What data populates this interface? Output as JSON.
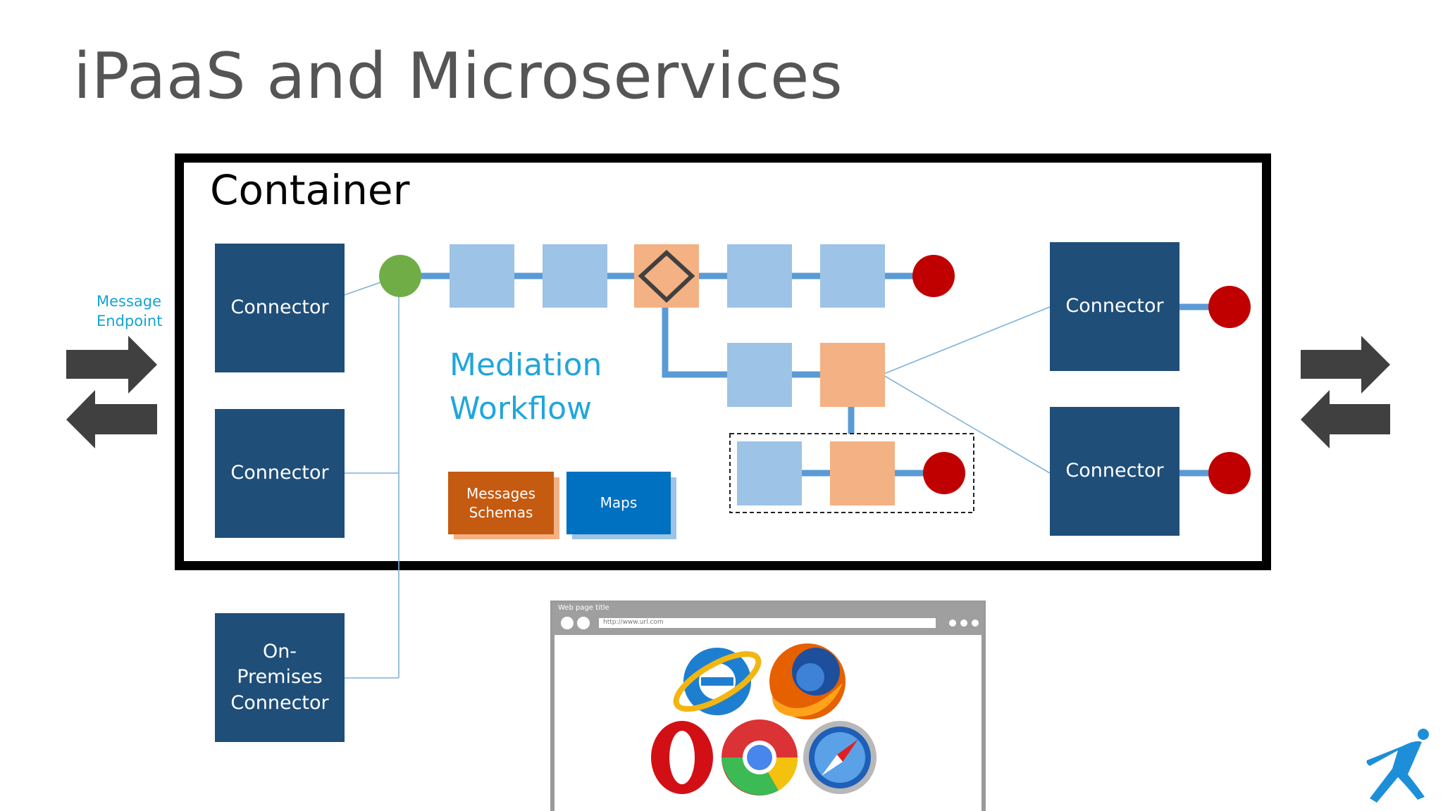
{
  "slide": {
    "title": "iPaaS and Microservices",
    "container_label": "Container",
    "mediation_line1": "Mediation",
    "mediation_line2": "Workflow",
    "endpoint_label_line1": "Message",
    "endpoint_label_line2": "Endpoint"
  },
  "connectors": {
    "top_left": "Connector",
    "mid_left": "Connector",
    "top_right": "Connector",
    "bottom_right": "Connector",
    "onprem_line1": "On-",
    "onprem_line2": "Premises",
    "onprem_line3": "Connector"
  },
  "artifacts": {
    "messages_line1": "Messages",
    "messages_line2": "Schemas",
    "maps": "Maps"
  },
  "browser": {
    "window_title": "Web page title",
    "url": "http://www.url.com",
    "browser_icons": [
      "internet-explorer-icon",
      "firefox-icon",
      "opera-icon",
      "chrome-icon",
      "safari-icon"
    ]
  },
  "colors": {
    "connector": "#1f4e79",
    "step": "#9dc3e6",
    "decision": "#f4b183",
    "end": "#c00000",
    "start": "#70ad47",
    "accent": "#20a6dc",
    "messages": "#c55a11",
    "maps": "#0070c0"
  }
}
